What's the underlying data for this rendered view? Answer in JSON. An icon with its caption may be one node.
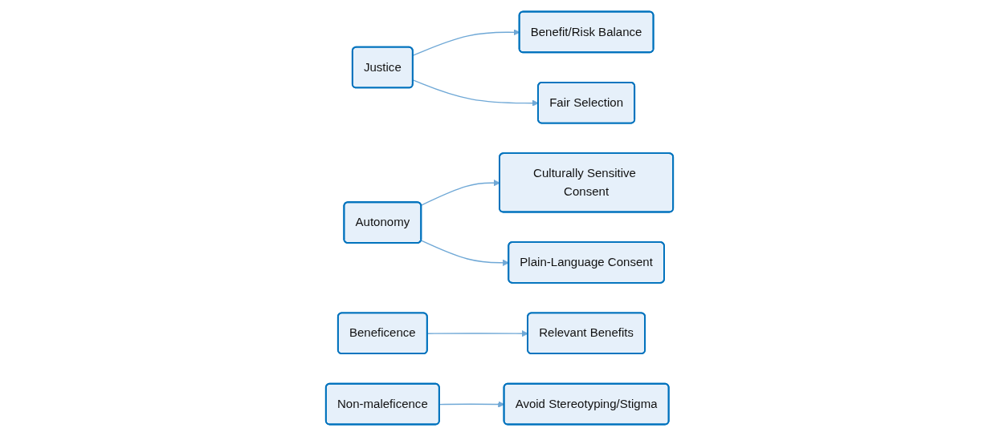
{
  "diagram": {
    "nodes": [
      {
        "text": [
          "Benefit/Risk Balance"
        ]
      },
      {
        "text": [
          "Justice"
        ]
      },
      {
        "text": [
          "Fair Selection"
        ]
      },
      {
        "text": [
          "Culturally Sensitive Consent"
        ]
      },
      {
        "text": [
          "Relevant Benefits"
        ]
      },
      {
        "text": [
          "Avoid Stereotyping/Stigma"
        ]
      },
      {
        "text": [
          "Autonomy"
        ]
      },
      {
        "text": [
          "Plain-Language Consent"
        ]
      },
      {
        "text": [
          "Beneficence"
        ]
      },
      {
        "text": [
          "Non-maleficence"
        ]
      }
    ],
    "edges": [
      {
        "from": 1,
        "to": 0,
        "arrow": "to"
      },
      {
        "from": 1,
        "to": 2,
        "arrow": "to"
      },
      {
        "from": 6,
        "to": 3,
        "arrow": "to"
      },
      {
        "from": 6,
        "to": 7,
        "arrow": "to"
      },
      {
        "from": 8,
        "to": 4,
        "arrow": "to"
      },
      {
        "from": 9,
        "to": 5,
        "arrow": "to"
      }
    ]
  }
}
